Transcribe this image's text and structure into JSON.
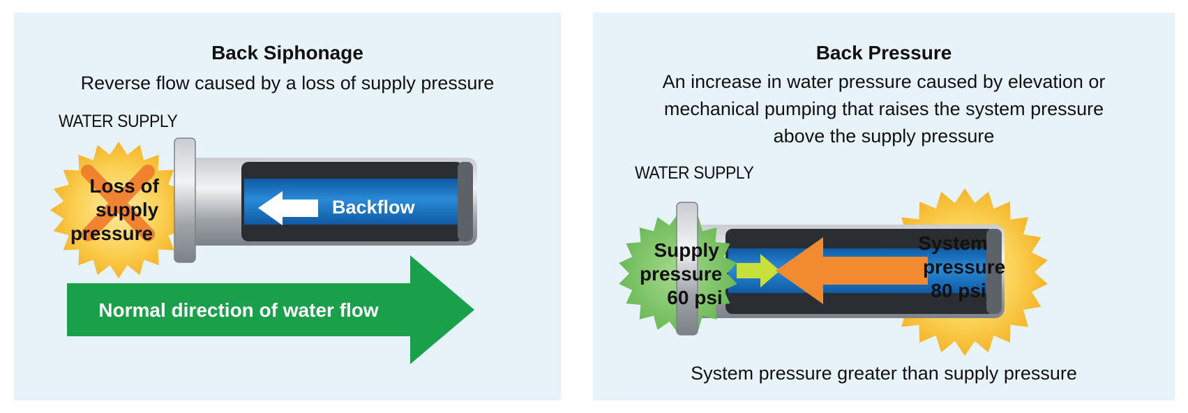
{
  "left": {
    "title": "Back Siphonage",
    "subtitle": "Reverse flow caused by a loss of supply pressure",
    "supply_label": "WATER SUPPLY",
    "burst_lines": [
      "Loss of",
      "supply",
      "pressure"
    ],
    "pipe_label": "Backflow",
    "flow_label": "Normal direction of water flow",
    "colors": {
      "burst": "#f8c53a",
      "pipe_water": "#1f77c4",
      "flow_arrow": "#1aa04a",
      "x_mark": "#f07a2a"
    },
    "icons": [
      "starburst-icon",
      "x-mark-icon",
      "left-arrow-icon",
      "right-arrow-icon"
    ]
  },
  "right": {
    "title": "Back Pressure",
    "subtitle_lines": [
      "An increase in water pressure caused by elevation or",
      "mechanical pumping that raises the system pressure",
      "above the supply pressure"
    ],
    "supply_label": "WATER SUPPLY",
    "supply_burst_lines": [
      "Supply",
      "pressure",
      "60 psi"
    ],
    "system_burst_lines": [
      "System",
      "pressure",
      "80 psi"
    ],
    "bottom_note": "System pressure greater than supply pressure",
    "colors": {
      "supply_burst": "#7cc46a",
      "system_burst": "#f8c53a",
      "small_arrow": "#c8e03a",
      "big_arrow": "#f28a30"
    },
    "icons": [
      "starburst-icon",
      "right-arrow-icon",
      "left-arrow-icon"
    ]
  }
}
